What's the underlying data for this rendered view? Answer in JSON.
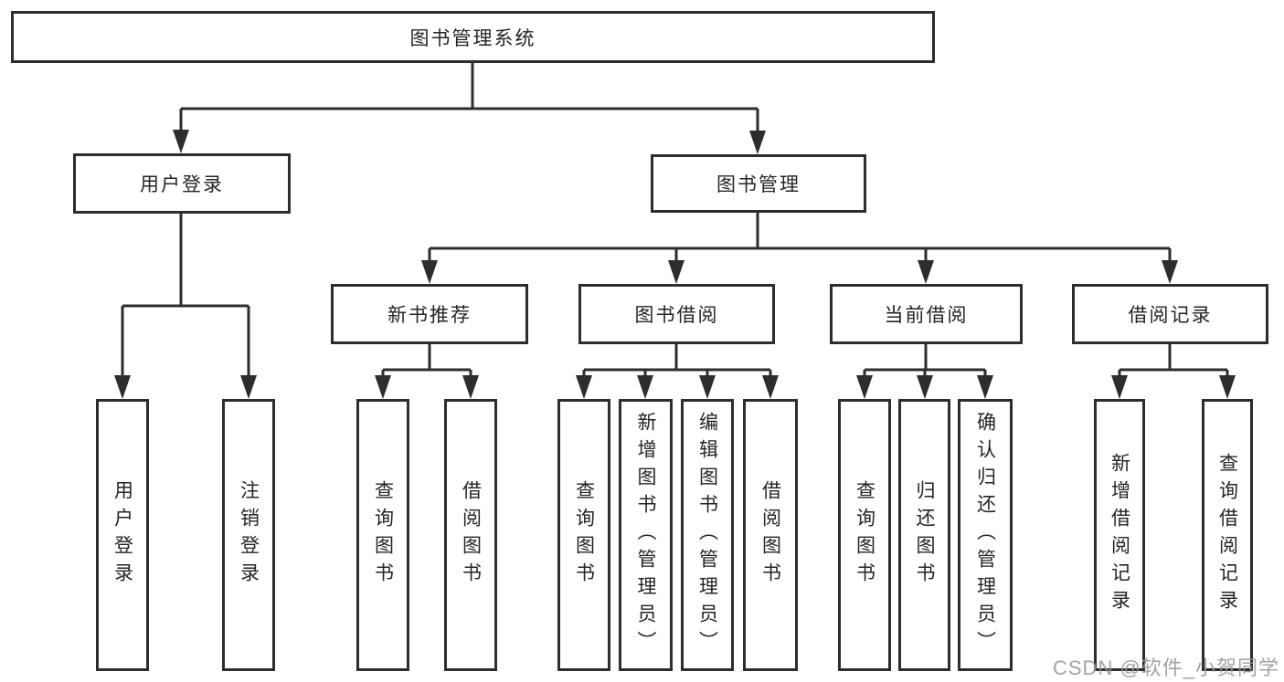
{
  "tree": {
    "label": "图书管理系统",
    "children": [
      {
        "label": "用户登录",
        "children": [
          {
            "label": "用户登录"
          },
          {
            "label": "注销登录"
          }
        ]
      },
      {
        "label": "图书管理",
        "children": [
          {
            "label": "新书推荐",
            "children": [
              {
                "label": "查询图书"
              },
              {
                "label": "借阅图书"
              }
            ]
          },
          {
            "label": "图书借阅",
            "children": [
              {
                "label": "查询图书"
              },
              {
                "label": "新增图书（管理员）"
              },
              {
                "label": "编辑图书（管理员）"
              },
              {
                "label": "借阅图书"
              }
            ]
          },
          {
            "label": "当前借阅",
            "children": [
              {
                "label": "查询图书"
              },
              {
                "label": "归还图书"
              },
              {
                "label": "确认归还（管理员）"
              }
            ]
          },
          {
            "label": "借阅记录",
            "children": [
              {
                "label": "新增借阅记录"
              },
              {
                "label": "查询借阅记录"
              }
            ]
          }
        ]
      }
    ]
  },
  "watermark": "CSDN @软件_小贺同学",
  "colors": {
    "line": "#2d2d2d",
    "text": "#242424",
    "watermark": "#999999",
    "background": "#ffffff"
  }
}
